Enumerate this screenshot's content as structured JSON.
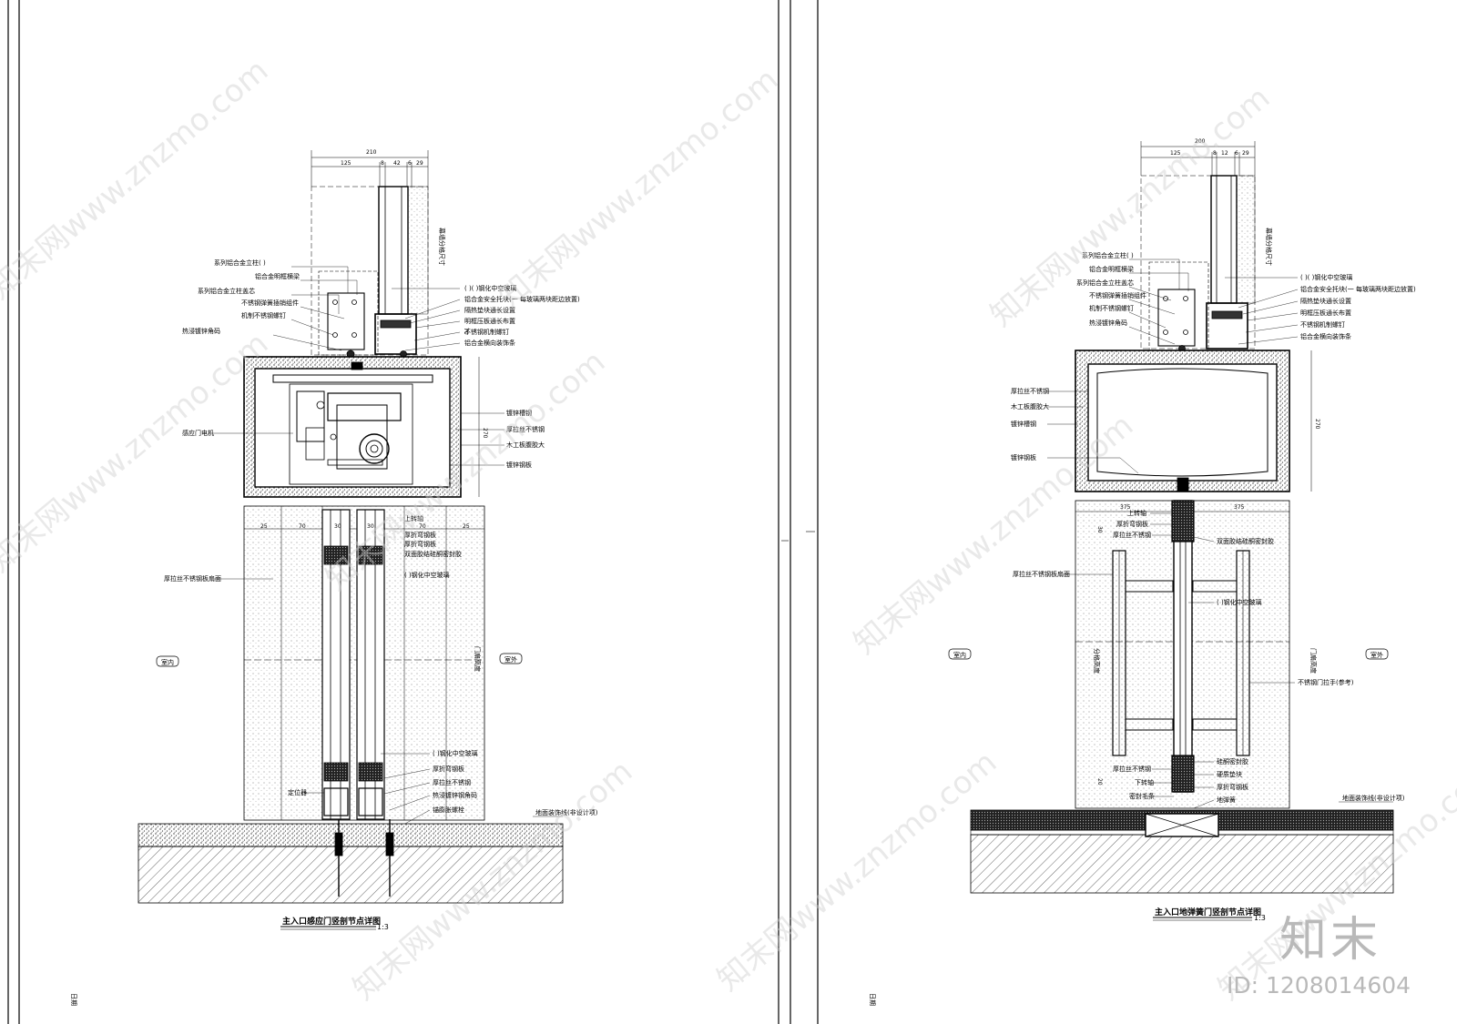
{
  "left": {
    "title": "主入口感应门竖剖节点详图",
    "scale": "1:3",
    "labels_upper": [
      "系列铝合金立柱( )",
      "铝合金明框横梁",
      "系列铝合金立柱盖芯",
      "不锈钢弹簧插销组件",
      "机制不锈钢螺钉",
      "热浸镀锌角码"
    ],
    "labels_glass": [
      "( )( )钢化中空玻璃",
      "铝合金安全托块(一 每玻璃两块距边放置)",
      "隔热垫块通长设置",
      "明框压板通长布置",
      "不锈钢机制螺钉",
      "铝合金横向装饰条"
    ],
    "labels_box_right": [
      "镀锌槽钢",
      "厚拉丝不锈钢",
      "木工板腹胶大",
      "镀锌钢板"
    ],
    "label_motor": "感应门电机",
    "labels_door_right": [
      "上转轴",
      "厚折弯钢板",
      "厚折弯钢板",
      "双面胶结硅酮密封胶",
      "( )钢化中空玻璃"
    ],
    "labels_bottom_right": [
      "( )钢化中空玻璃",
      "厚折弯钢板",
      "厚拉丝不锈钢",
      "热浸镀锌钢角码",
      "锚膨胀螺栓"
    ],
    "label_side_face": "厚拉丝不锈钢板扇面",
    "label_locator": "定位器",
    "label_floor": "地面装饰线(非设计项)",
    "indoor": "室内",
    "outdoor": "室外",
    "door_height_label": "门扇高度",
    "curtain_dim_label": "幕墙分格尺寸",
    "dims_top": [
      "210",
      "125",
      "8",
      "42",
      "6",
      "29"
    ],
    "dims_door": [
      "25",
      "70",
      "30",
      "30",
      "70",
      "25"
    ],
    "dim_side": "70",
    "dim_box": "270"
  },
  "right": {
    "title": "主入口地弹簧门竖剖节点详图",
    "scale": "1:3",
    "labels_upper": [
      "系列铝合金立柱( )",
      "铝合金明框横梁",
      "系列铝合金立柱盖芯",
      "不锈钢弹簧插销组件",
      "机制不锈钢螺钉",
      "热浸镀锌角码"
    ],
    "labels_glass": [
      "( )( )钢化中空玻璃",
      "铝合金安全托块(一 每玻璃两块距边放置)",
      "隔热垫块通长设置",
      "明框压板通长布置",
      "不锈钢机制螺钉",
      "铝合金横向装饰条"
    ],
    "labels_box_left": [
      "厚拉丝不锈钢",
      "木工板腹胶大",
      "镀锌槽钢",
      "镀锌钢板"
    ],
    "labels_door_left": [
      "上转轴",
      "厚折弯钢板",
      "厚拉丝不锈钢"
    ],
    "label_side_face": "厚拉丝不锈钢板扇面",
    "labels_door_right": [
      "双面胶结硅酮密封胶",
      "( )钢化中空玻璃"
    ],
    "label_handle": "不锈钢门拉手(参考)",
    "labels_bottom_left": [
      "厚拉丝不锈钢",
      "下转轴",
      "密封毛条"
    ],
    "labels_bottom_right": [
      "硅酮密封胶",
      "硬质垫块",
      "厚折弯钢板",
      "地弹簧"
    ],
    "label_floor": "地面装饰线(非设计项)",
    "indoor": "室内",
    "outdoor": "室外",
    "door_height_label": "门扇高度",
    "curtain_dim_label": "幕墙分格尺寸",
    "leaf_dim_label": "分格高度",
    "dims_top": [
      "200",
      "125",
      "8",
      "12",
      "6",
      "29"
    ],
    "dims_door": [
      "375",
      "375"
    ],
    "dim_box": "270",
    "dim_small_a": "30",
    "dim_small_b": "20"
  },
  "margin_stamp": "日期",
  "watermark": "知末网www.znzmo.com",
  "brand": {
    "logo": "知末",
    "id": "ID: 1208014604"
  }
}
